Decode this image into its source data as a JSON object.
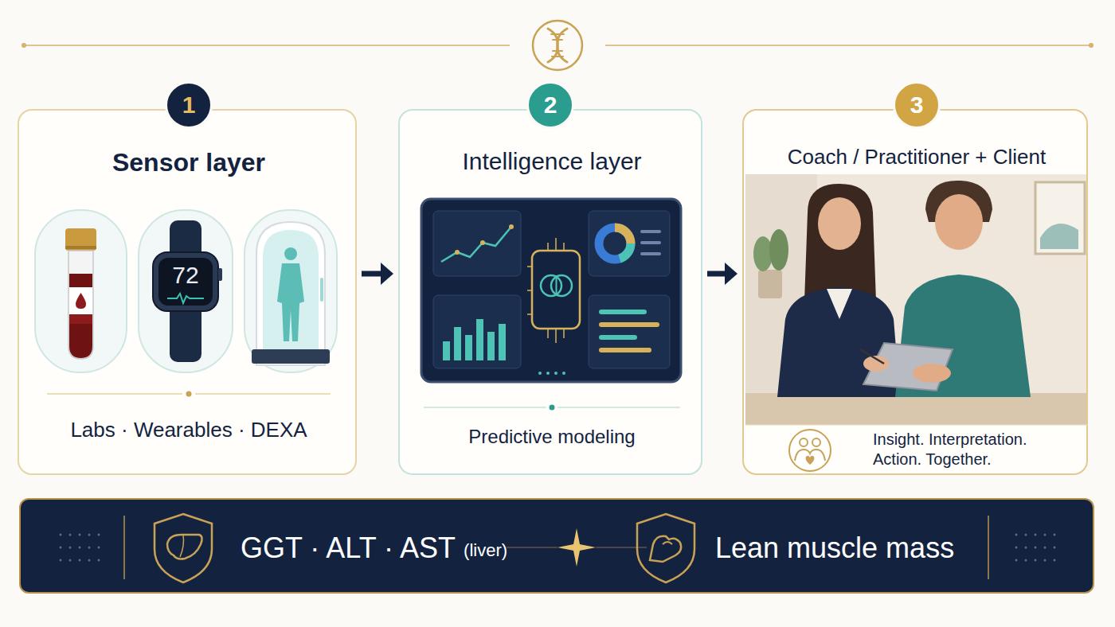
{
  "diagram": {
    "nodes": [
      {
        "text": [
          "Sensor layer",
          "Labs · Wearables · DEXA"
        ]
      },
      {
        "text": [
          "1"
        ],
        "in": 0
      },
      {
        "text": [
          "Intelligence layer",
          "Predictive modeling"
        ]
      },
      {
        "text": [
          "2"
        ],
        "in": 2
      },
      {
        "text": [
          "Coach / Practitioner + Client",
          "Insight. Interpretation. Action. Together."
        ]
      },
      {
        "text": [
          "3"
        ],
        "in": 4
      },
      {
        "text": [
          "GGT · ALT · AST",
          "(liver)",
          "Lean muscle mass"
        ]
      }
    ],
    "edges": [
      {
        "from": 0,
        "to": 2,
        "arrow": "to"
      },
      {
        "from": 2,
        "to": 4,
        "arrow": "to"
      }
    ],
    "labels": [
      "72"
    ]
  }
}
